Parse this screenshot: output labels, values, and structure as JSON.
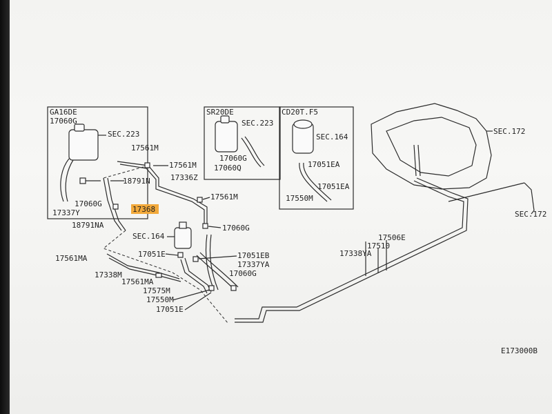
{
  "boxes": {
    "ga16de": {
      "title": "GA16DE",
      "parts": [
        "17060G",
        "SEC.223",
        "17060G",
        "17337Y"
      ]
    },
    "sr20de": {
      "title": "SR20DE",
      "parts": [
        "SEC.223",
        "17060G",
        "17060Q"
      ]
    },
    "cd20t": {
      "title": "CD20T.F5",
      "parts": [
        "SEC.164",
        "17051EA",
        "17051EA",
        "17550M"
      ]
    }
  },
  "labels": {
    "sec172_tank": "SEC.172",
    "sec172_right": "SEC.172",
    "p17561m_a": "17561M",
    "p17561m_b": "17561M",
    "p17561m_c": "17561M",
    "p18791n": "18791N",
    "p17336z": "17336Z",
    "p17368": "17368",
    "p18791na": "18791NA",
    "sec164": "SEC.164",
    "p17060g": "17060G",
    "p17051e_top": "17051E",
    "p17051eb": "17051EB",
    "p17337ya": "17337YA",
    "p17060g_b": "17060G",
    "p17561ma": "17561MA",
    "p17338m": "17338M",
    "p17561ma_b": "17561MA",
    "p17575m": "17575M",
    "p17550m": "17550M",
    "p17051e_bottom": "17051E",
    "p17506e": "17506E",
    "p17510": "17510",
    "p17338ya": "17338YA",
    "diagram_id": "E173000B"
  },
  "highlight": {
    "part": "17368",
    "color": "#f2a93b"
  }
}
